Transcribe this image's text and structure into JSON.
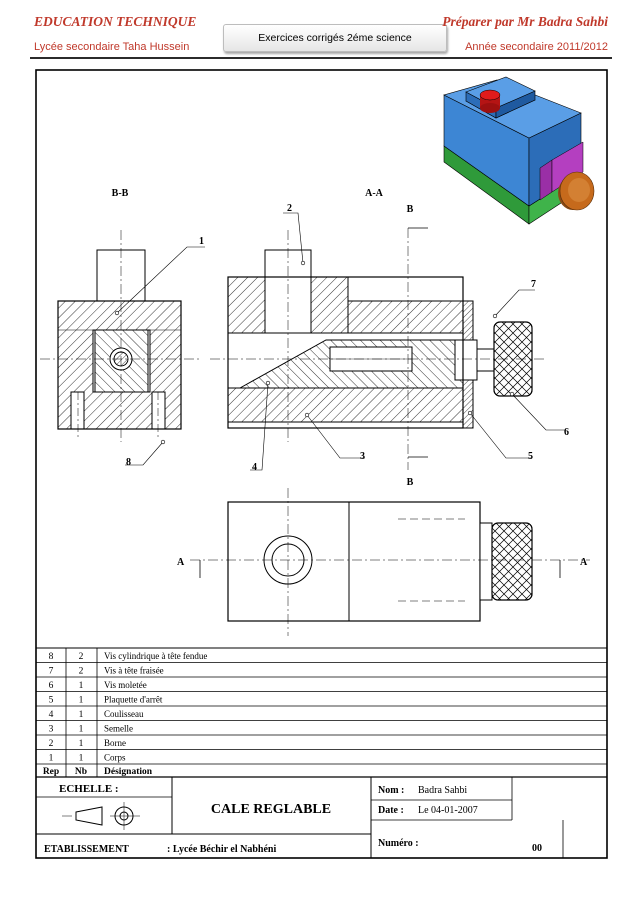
{
  "header": {
    "subject": "EDUCATION TECHNIQUE",
    "school": "Lycée secondaire Taha Hussein",
    "exercise_box": "Exercices corrigés 2éme science",
    "author": "Préparer par Mr Badra Sahbi",
    "school_year": "Année secondaire 2011/2012"
  },
  "drawing": {
    "section_labels": {
      "bb": "B-B",
      "aa": "A-A"
    },
    "cut_letters": {
      "b_top": "B",
      "b_bottom": "B",
      "a_left": "A",
      "a_right": "A"
    },
    "part_callouts": [
      "1",
      "2",
      "3",
      "4",
      "5",
      "6",
      "7",
      "8"
    ],
    "colors": {
      "body": "#3d86d4",
      "base": "#3fb34a",
      "red_knob": "#e01b1b",
      "plate": "#b43fc0",
      "knurl": "#c66a1c"
    }
  },
  "parts_list": {
    "headers": {
      "rep": "Rep",
      "nb": "Nb",
      "designation": "Désignation"
    },
    "rows": [
      {
        "rep": "8",
        "nb": "2",
        "designation": "Vis cylindrique à tête fendue"
      },
      {
        "rep": "7",
        "nb": "2",
        "designation": "Vis à tête fraisée"
      },
      {
        "rep": "6",
        "nb": "1",
        "designation": "Vis moletée"
      },
      {
        "rep": "5",
        "nb": "1",
        "designation": "Plaquette d'arrêt"
      },
      {
        "rep": "4",
        "nb": "1",
        "designation": "Coulisseau"
      },
      {
        "rep": "3",
        "nb": "1",
        "designation": "Semelle"
      },
      {
        "rep": "2",
        "nb": "1",
        "designation": "Borne"
      },
      {
        "rep": "1",
        "nb": "1",
        "designation": "Corps"
      }
    ]
  },
  "title_block": {
    "scale_label": "ECHELLE :",
    "title": "CALE REGLABLE",
    "name_label": "Nom :",
    "name_value": "Badra Sahbi",
    "date_label": "Date :",
    "date_value": "Le 04-01-2007",
    "number_label": "Numéro :",
    "number_value": "00",
    "establishment_label": "ETABLISSEMENT",
    "establishment_value": ": Lycée Béchir el Nabhéni"
  }
}
